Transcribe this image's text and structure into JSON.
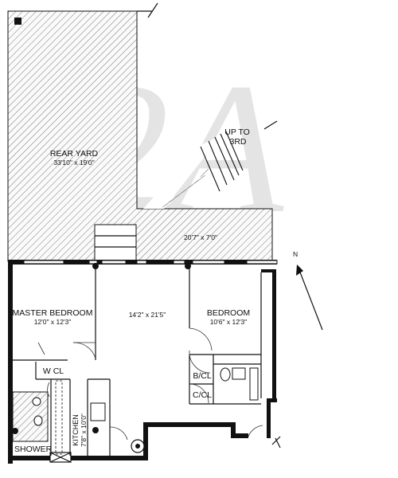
{
  "watermark": "2A",
  "rooms": {
    "rear_yard": {
      "name": "REAR YARD",
      "dims": "33'10\" x 19'0\""
    },
    "deck": {
      "dims": "20'7\" x 7'0\""
    },
    "stairs": {
      "line1": "UP TO",
      "line2": "3RD"
    },
    "master_bedroom": {
      "name": "MASTER BEDROOM",
      "dims": "12'0\" x 12'3\""
    },
    "living": {
      "dims": "14'2\" x 21'5\""
    },
    "bedroom": {
      "name": "BEDROOM",
      "dims": "10'6\" x 12'3\""
    },
    "walk_in_closet": {
      "name": "W CL"
    },
    "bath_closet": {
      "name": "B/CL"
    },
    "coat_closet": {
      "name": "C/CL"
    },
    "kitchen": {
      "name": "KITCHEN",
      "dims": "7'8\" x 10'0\""
    },
    "shower": {
      "name": "SHOWER"
    }
  },
  "compass": {
    "label": "N"
  },
  "colors": {
    "line": "#111111",
    "hatch": "#777777",
    "watermark": "#e4e4e4"
  }
}
